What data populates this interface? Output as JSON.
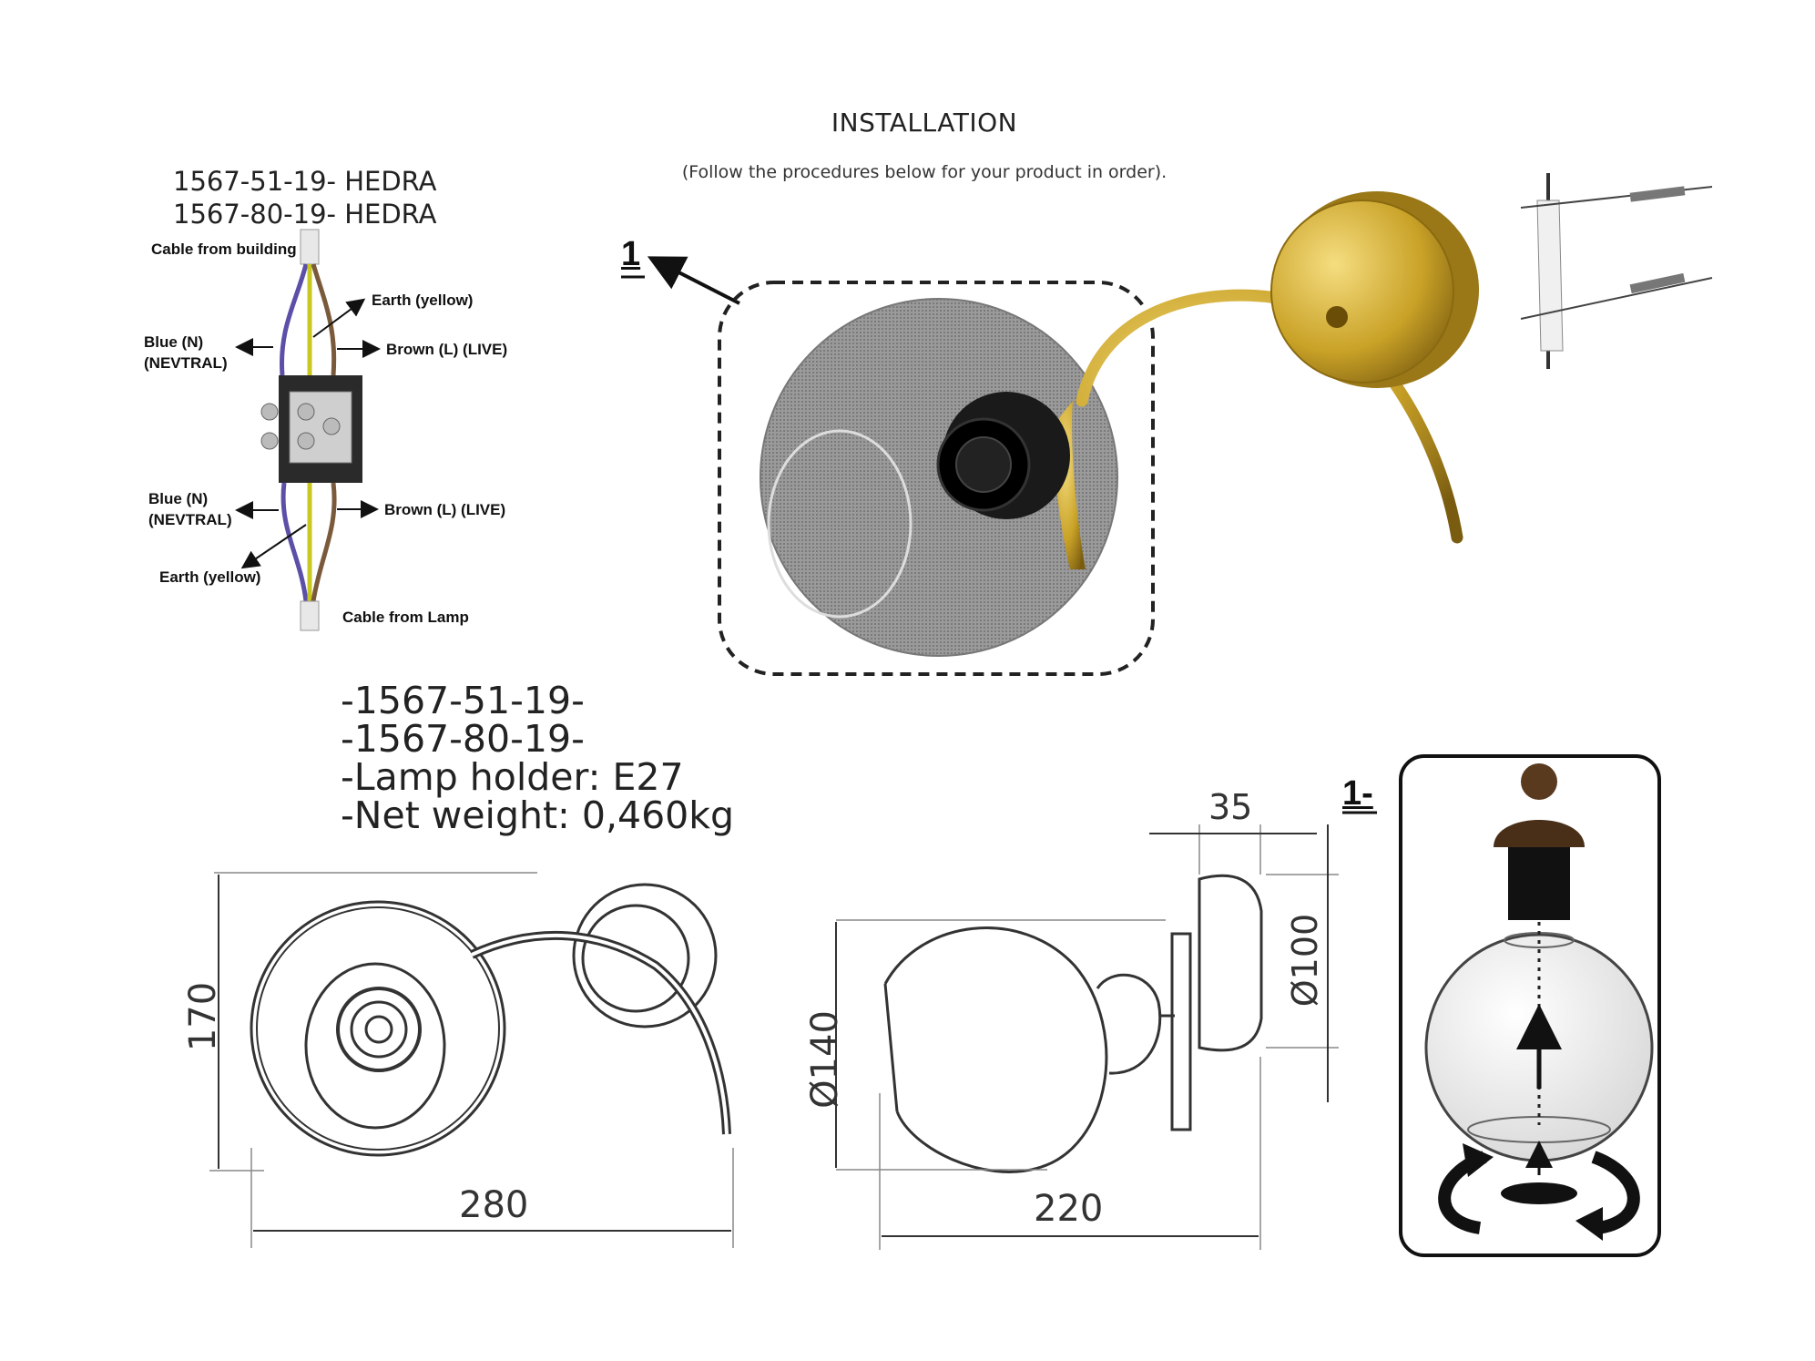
{
  "header": {
    "title": "INSTALLATION",
    "subtitle": "(Follow the procedures below for your product in order)."
  },
  "models": [
    "1567-51-19-  HEDRA",
    "1567-80-19-  HEDRA"
  ],
  "wiring": {
    "cable_building": "Cable from building",
    "earth_top": "Earth (yellow)",
    "blue_top": [
      "Blue (N)",
      "(NEVTRAL)"
    ],
    "brown_top": "Brown (L) (LIVE)",
    "blue_bottom": [
      "Blue (N)",
      "(NEVTRAL)"
    ],
    "brown_bottom": "Brown (L) (LIVE)",
    "earth_bottom": "Earth (yellow)",
    "cable_lamp": "Cable from Lamp"
  },
  "step_labels": {
    "main": "1",
    "detail": "1-"
  },
  "specs": [
    "-1567-51-19-",
    "-1567-80-19-",
    "-Lamp holder: E27",
    "-Net weight: 0,460kg"
  ],
  "dimensions": {
    "height_front": "170",
    "width_front": "280",
    "diameter_globe": "Ø140",
    "depth_side": "220",
    "plate_depth": "35",
    "plate_diameter": "Ø100"
  },
  "colors": {
    "brass": "#c9a227",
    "brass_dark": "#8a6a10",
    "wire_blue": "#5b4fa8",
    "wire_yellow": "#c8c820",
    "wire_brown": "#7a5a3a",
    "glass_gray": "#8a8a8a",
    "line": "#555555"
  }
}
